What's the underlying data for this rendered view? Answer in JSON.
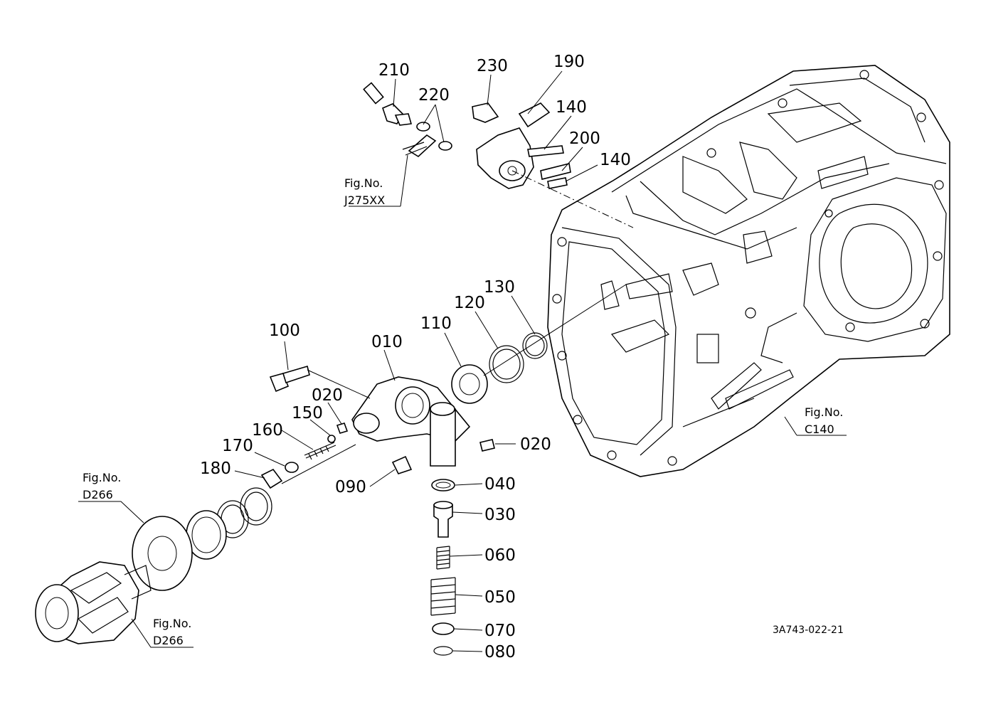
{
  "callouts": [
    "210",
    "220",
    "230",
    "190",
    "140",
    "200",
    "140",
    "130",
    "120",
    "110",
    "100",
    "010",
    "020",
    "150",
    "160",
    "170",
    "180",
    "020",
    "090",
    "040",
    "030",
    "060",
    "050",
    "070",
    "080"
  ],
  "figure_refs": [
    {
      "line1": "Fig.No.",
      "line2": "J275XX"
    },
    {
      "line1": "Fig.No.",
      "line2": "C140"
    },
    {
      "line1": "Fig.No.",
      "line2": "D266"
    },
    {
      "line1": "Fig.No.",
      "line2": "D266"
    }
  ],
  "drawing_code": "3A743-022-21"
}
